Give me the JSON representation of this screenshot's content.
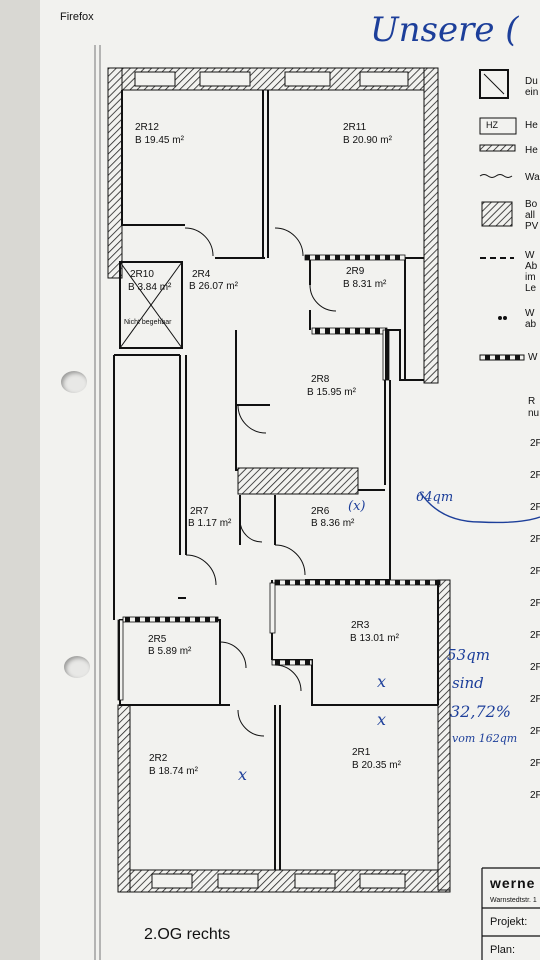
{
  "header": {
    "firefox_label": "Firefox",
    "handwritten_title": "Unsere ("
  },
  "rooms": [
    {
      "id": "2R12",
      "area": "B 19.45 m²"
    },
    {
      "id": "2R11",
      "area": "B 20.90 m²"
    },
    {
      "id": "2R10",
      "area": "B 3.84 m²",
      "note": "Nicht begehbar"
    },
    {
      "id": "2R4",
      "area": "B 26.07 m²"
    },
    {
      "id": "2R9",
      "area": "B 8.31 m²"
    },
    {
      "id": "2R8",
      "area": "B 15.95 m²"
    },
    {
      "id": "2R7",
      "area": "B 1.17 m²"
    },
    {
      "id": "2R6",
      "area": "B 8.36 m²"
    },
    {
      "id": "2R5",
      "area": "B 5.89 m²"
    },
    {
      "id": "2R3",
      "area": "B 13.01 m²"
    },
    {
      "id": "2R2",
      "area": "B 18.74 m²"
    },
    {
      "id": "2R1",
      "area": "B 20.35 m²"
    }
  ],
  "annotations": {
    "r6_mark": "(x)",
    "sqm_64": "64qm",
    "sqm_53": "53qm",
    "sind": "sind",
    "percent": "32,72%",
    "von": "vom 162qm",
    "cross": "x"
  },
  "legend": {
    "items": [
      "Du",
      "ein",
      "HZ",
      "He",
      "He",
      "Wa",
      "Bo",
      "all",
      "PV",
      "W",
      "Ab",
      "im",
      "Le",
      "W",
      "ab",
      "W"
    ],
    "right_col": [
      "R",
      "nu",
      "2F",
      "2F",
      "2F",
      "2F",
      "2F",
      "2F",
      "2F",
      "2F",
      "2F",
      "2F",
      "2F",
      "2F"
    ]
  },
  "footer": {
    "floor_label": "2.OG rechts",
    "company": "werne",
    "address": "Warnstedtstr. 1",
    "projekt": "Projekt:",
    "plan": "Plan:"
  }
}
